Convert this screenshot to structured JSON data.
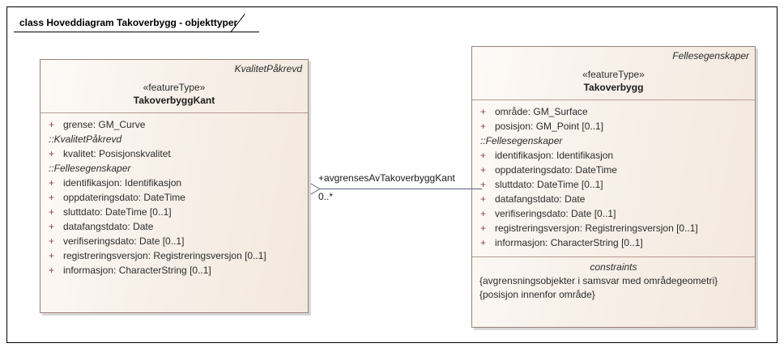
{
  "frame": {
    "title": "class Hoveddiagram Takoverbygg - objekttyper"
  },
  "colors": {
    "class_border": "#9a8179",
    "class_fill": "#f5ece3",
    "visibility_marker": "#8a4a3c",
    "connector": "#5b5f7a",
    "frame_border": "#000000"
  },
  "classes": [
    {
      "id": "takoverbygg-kant",
      "tagged_name": "KvalitetPåkrevd",
      "stereotype": "«featureType»",
      "name": "TakoverbyggKant",
      "attributes": [
        {
          "kind": "attribute",
          "visibility": "+",
          "text": "grense: GM_Curve"
        },
        {
          "kind": "separator",
          "text": "::KvalitetPåkrevd"
        },
        {
          "kind": "attribute",
          "visibility": "+",
          "text": "kvalitet: Posisjonskvalitet"
        },
        {
          "kind": "separator",
          "text": "::Fellesegenskaper"
        },
        {
          "kind": "attribute",
          "visibility": "+",
          "text": "identifikasjon: Identifikasjon"
        },
        {
          "kind": "attribute",
          "visibility": "+",
          "text": "oppdateringsdato: DateTime"
        },
        {
          "kind": "attribute",
          "visibility": "+",
          "text": "sluttdato: DateTime [0..1]"
        },
        {
          "kind": "attribute",
          "visibility": "+",
          "text": "datafangstdato: Date"
        },
        {
          "kind": "attribute",
          "visibility": "+",
          "text": "verifiseringsdato: Date [0..1]"
        },
        {
          "kind": "attribute",
          "visibility": "+",
          "text": "registreringsversjon: Registreringsversjon [0..1]"
        },
        {
          "kind": "attribute",
          "visibility": "+",
          "text": "informasjon: CharacterString [0..1]"
        }
      ],
      "constraints": null
    },
    {
      "id": "takoverbygg",
      "tagged_name": "Fellesegenskaper",
      "stereotype": "«featureType»",
      "name": "Takoverbygg",
      "attributes": [
        {
          "kind": "attribute",
          "visibility": "+",
          "text": "område: GM_Surface"
        },
        {
          "kind": "attribute",
          "visibility": "+",
          "text": "posisjon: GM_Point [0..1]"
        },
        {
          "kind": "separator",
          "text": "::Fellesegenskaper"
        },
        {
          "kind": "attribute",
          "visibility": "+",
          "text": "identifikasjon: Identifikasjon"
        },
        {
          "kind": "attribute",
          "visibility": "+",
          "text": "oppdateringsdato: DateTime"
        },
        {
          "kind": "attribute",
          "visibility": "+",
          "text": "sluttdato: DateTime [0..1]"
        },
        {
          "kind": "attribute",
          "visibility": "+",
          "text": "datafangstdato: Date"
        },
        {
          "kind": "attribute",
          "visibility": "+",
          "text": "verifiseringsdato: Date [0..1]"
        },
        {
          "kind": "attribute",
          "visibility": "+",
          "text": "registreringsversjon: Registreringsversjon [0..1]"
        },
        {
          "kind": "attribute",
          "visibility": "+",
          "text": "informasjon: CharacterString [0..1]"
        }
      ],
      "constraints": {
        "title": "constraints",
        "items": [
          "{avgrensningsobjekter i samsvar med områdegeometri}",
          "{posisjon innenfor område}"
        ]
      }
    }
  ],
  "association": {
    "role_label": "+avgrensesAvTakoverbyggKant",
    "multiplicity": "0..*"
  }
}
